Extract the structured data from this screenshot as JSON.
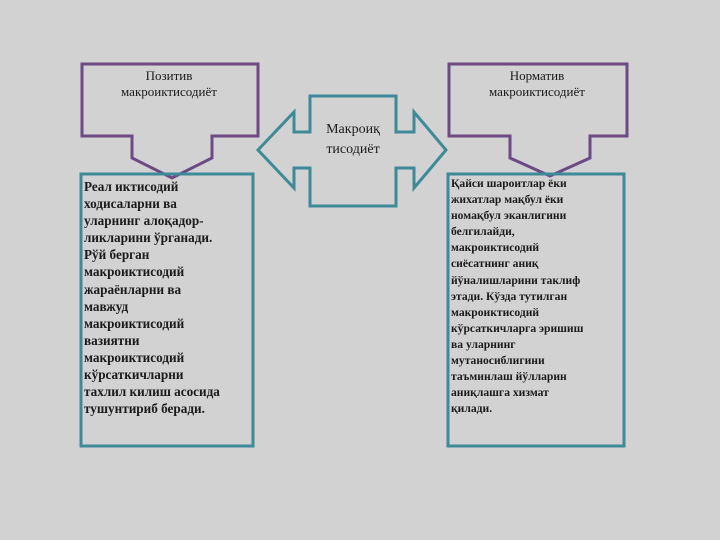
{
  "center": {
    "label": "Макроиқ\nтисодиёт"
  },
  "left": {
    "heading": "Позитив\nмакроиктисодиёт",
    "body": "Реал иктисодий\nходисаларни ва\nуларнинг алоқадор-\nликларини ўрганади.\nРўй берган\nмакроиктисодий\nжараёнларни ва\nмавжуд\nмакроиктисодий\nвазиятни\nмакроиктисодий\nкўрсаткичларни\nтахлил килиш асосида\nтушунтириб беради."
  },
  "right": {
    "heading": "Норматив\nмакроиктисодиёт",
    "body": "Қайси шароитлар ёки\nжихатлар мақбул ёки\nномақбул эканлигини\nбелгилайди,\nмакроиктисодий\nсиёсатнинг аниқ\nйўналишларини таклиф\nэтади. Кўзда тутилган\nмакроиктисодий\nкўрсаткичларга эришиш\nва уларнинг\nмутаносиблигини\nтаъминлаш йўлларин\nаниқлашга хизмат\nқилади."
  },
  "colors": {
    "background": "#d2d2d2",
    "heading_border": "#6b4a86",
    "body_border": "#3f8a98",
    "text": "#1a1a1a"
  }
}
